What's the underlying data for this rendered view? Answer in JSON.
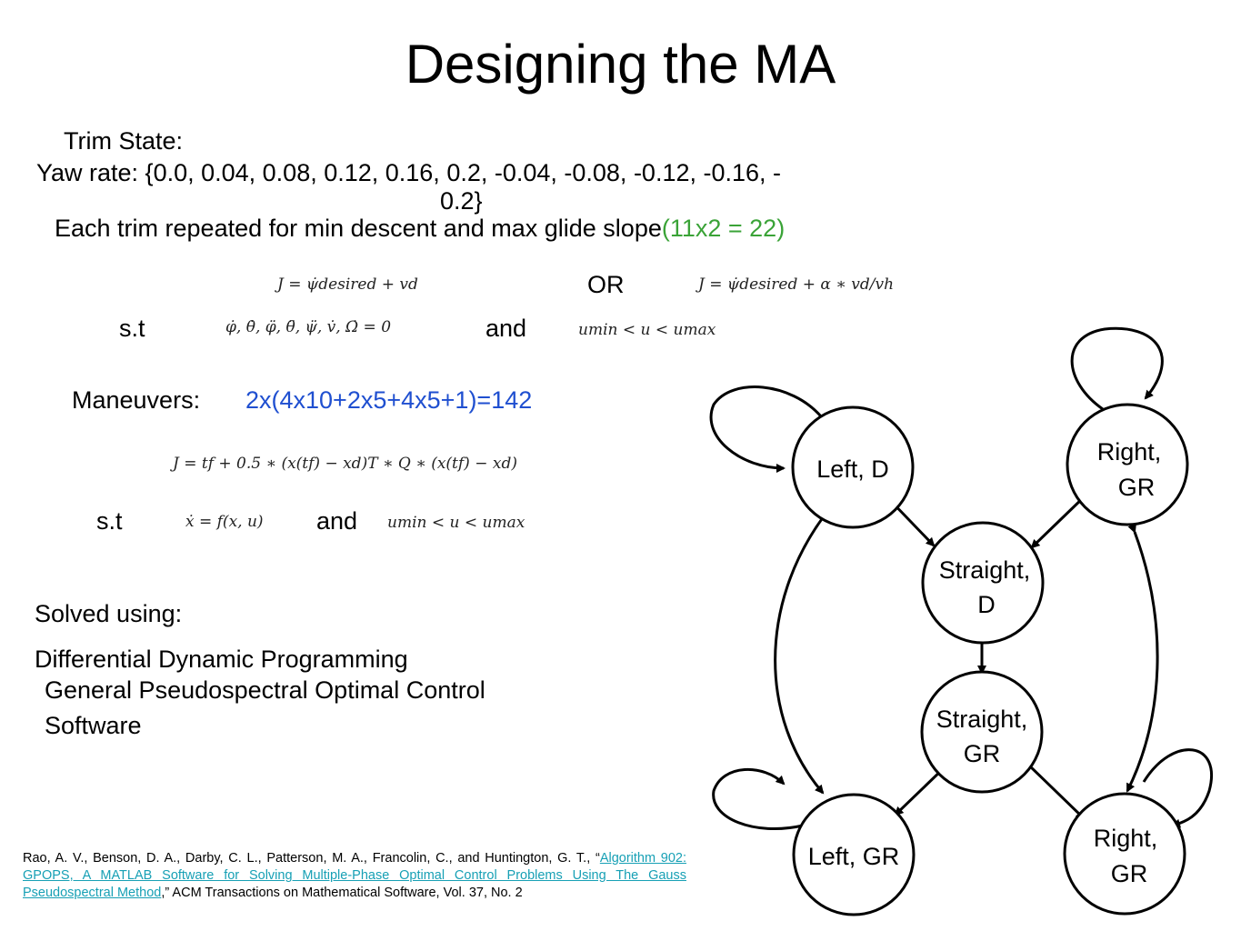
{
  "slide": {
    "title": "Designing the MA",
    "trim_state_label": "Trim State:",
    "yaw_rate_line1": "Yaw rate: {0.0, 0.04, 0.08, 0.12, 0.16, 0.2, -0.04, -0.08, -0.12, -0.16, -",
    "yaw_rate_line2": "0.2}",
    "each_trim_text": "Each trim repeated for min descent and max glide slope",
    "each_trim_count": "(11x2 = 22)",
    "eq1_left": "J = ψ̇desired + vd",
    "or_label": "OR",
    "eq1_right": "J = ψ̇desired + α ∗ vd/vh",
    "st_label_1": "s.t",
    "constraint1": "φ̇, θ̇, φ̈, θ̈, ψ̈, v̇, Ω̇ = 0",
    "and_label_1": "and",
    "bounds1": "umin < u < umax",
    "maneuvers_label": "Maneuvers:",
    "maneuvers_value": "2x(4x10+2x5+4x5+1)=142",
    "eq2": "J = tf + 0.5 ∗ (x(tf) − xd)T ∗ Q ∗ (x(tf) − xd)",
    "st_label_2": "s.t",
    "constraint2": "ẋ = f(x, u)",
    "and_label_2": "and",
    "bounds2": "umin < u < umax",
    "solved_label": "Solved using:",
    "method1": "Differential Dynamic Programming",
    "method2_line1": "General Pseudospectral Optimal Control",
    "method2_line2": "Software",
    "ref_prefix": "Rao, A. V., Benson, D. A., Darby, C. L., Patterson, M. A., Francolin, C., and Huntington, G. T., “",
    "ref_link": "Algorithm 902: GPOPS, A MATLAB Software for Solving Multiple-Phase Optimal Control Problems Using The Gauss Pseudospectral Method",
    "ref_suffix": ",” ACM Transactions on Mathematical Software, Vol. 37, No. 2"
  },
  "graph": {
    "nodes": {
      "left_d": {
        "line1": "Left, D",
        "line2": ""
      },
      "right_gr_top": {
        "line1": "Right,",
        "line2": "GR"
      },
      "straight_d": {
        "line1": "Straight,",
        "line2": "D"
      },
      "straight_gr": {
        "line1": "Straight,",
        "line2": "GR"
      },
      "left_gr": {
        "line1": "Left, GR",
        "line2": ""
      },
      "right_gr_bottom": {
        "line1": "Right,",
        "line2": "GR"
      }
    }
  },
  "colors": {
    "maneuvers_value": "#1f4fd0",
    "each_trim_count": "#3aa337",
    "reference_link": "#17a0b5"
  }
}
